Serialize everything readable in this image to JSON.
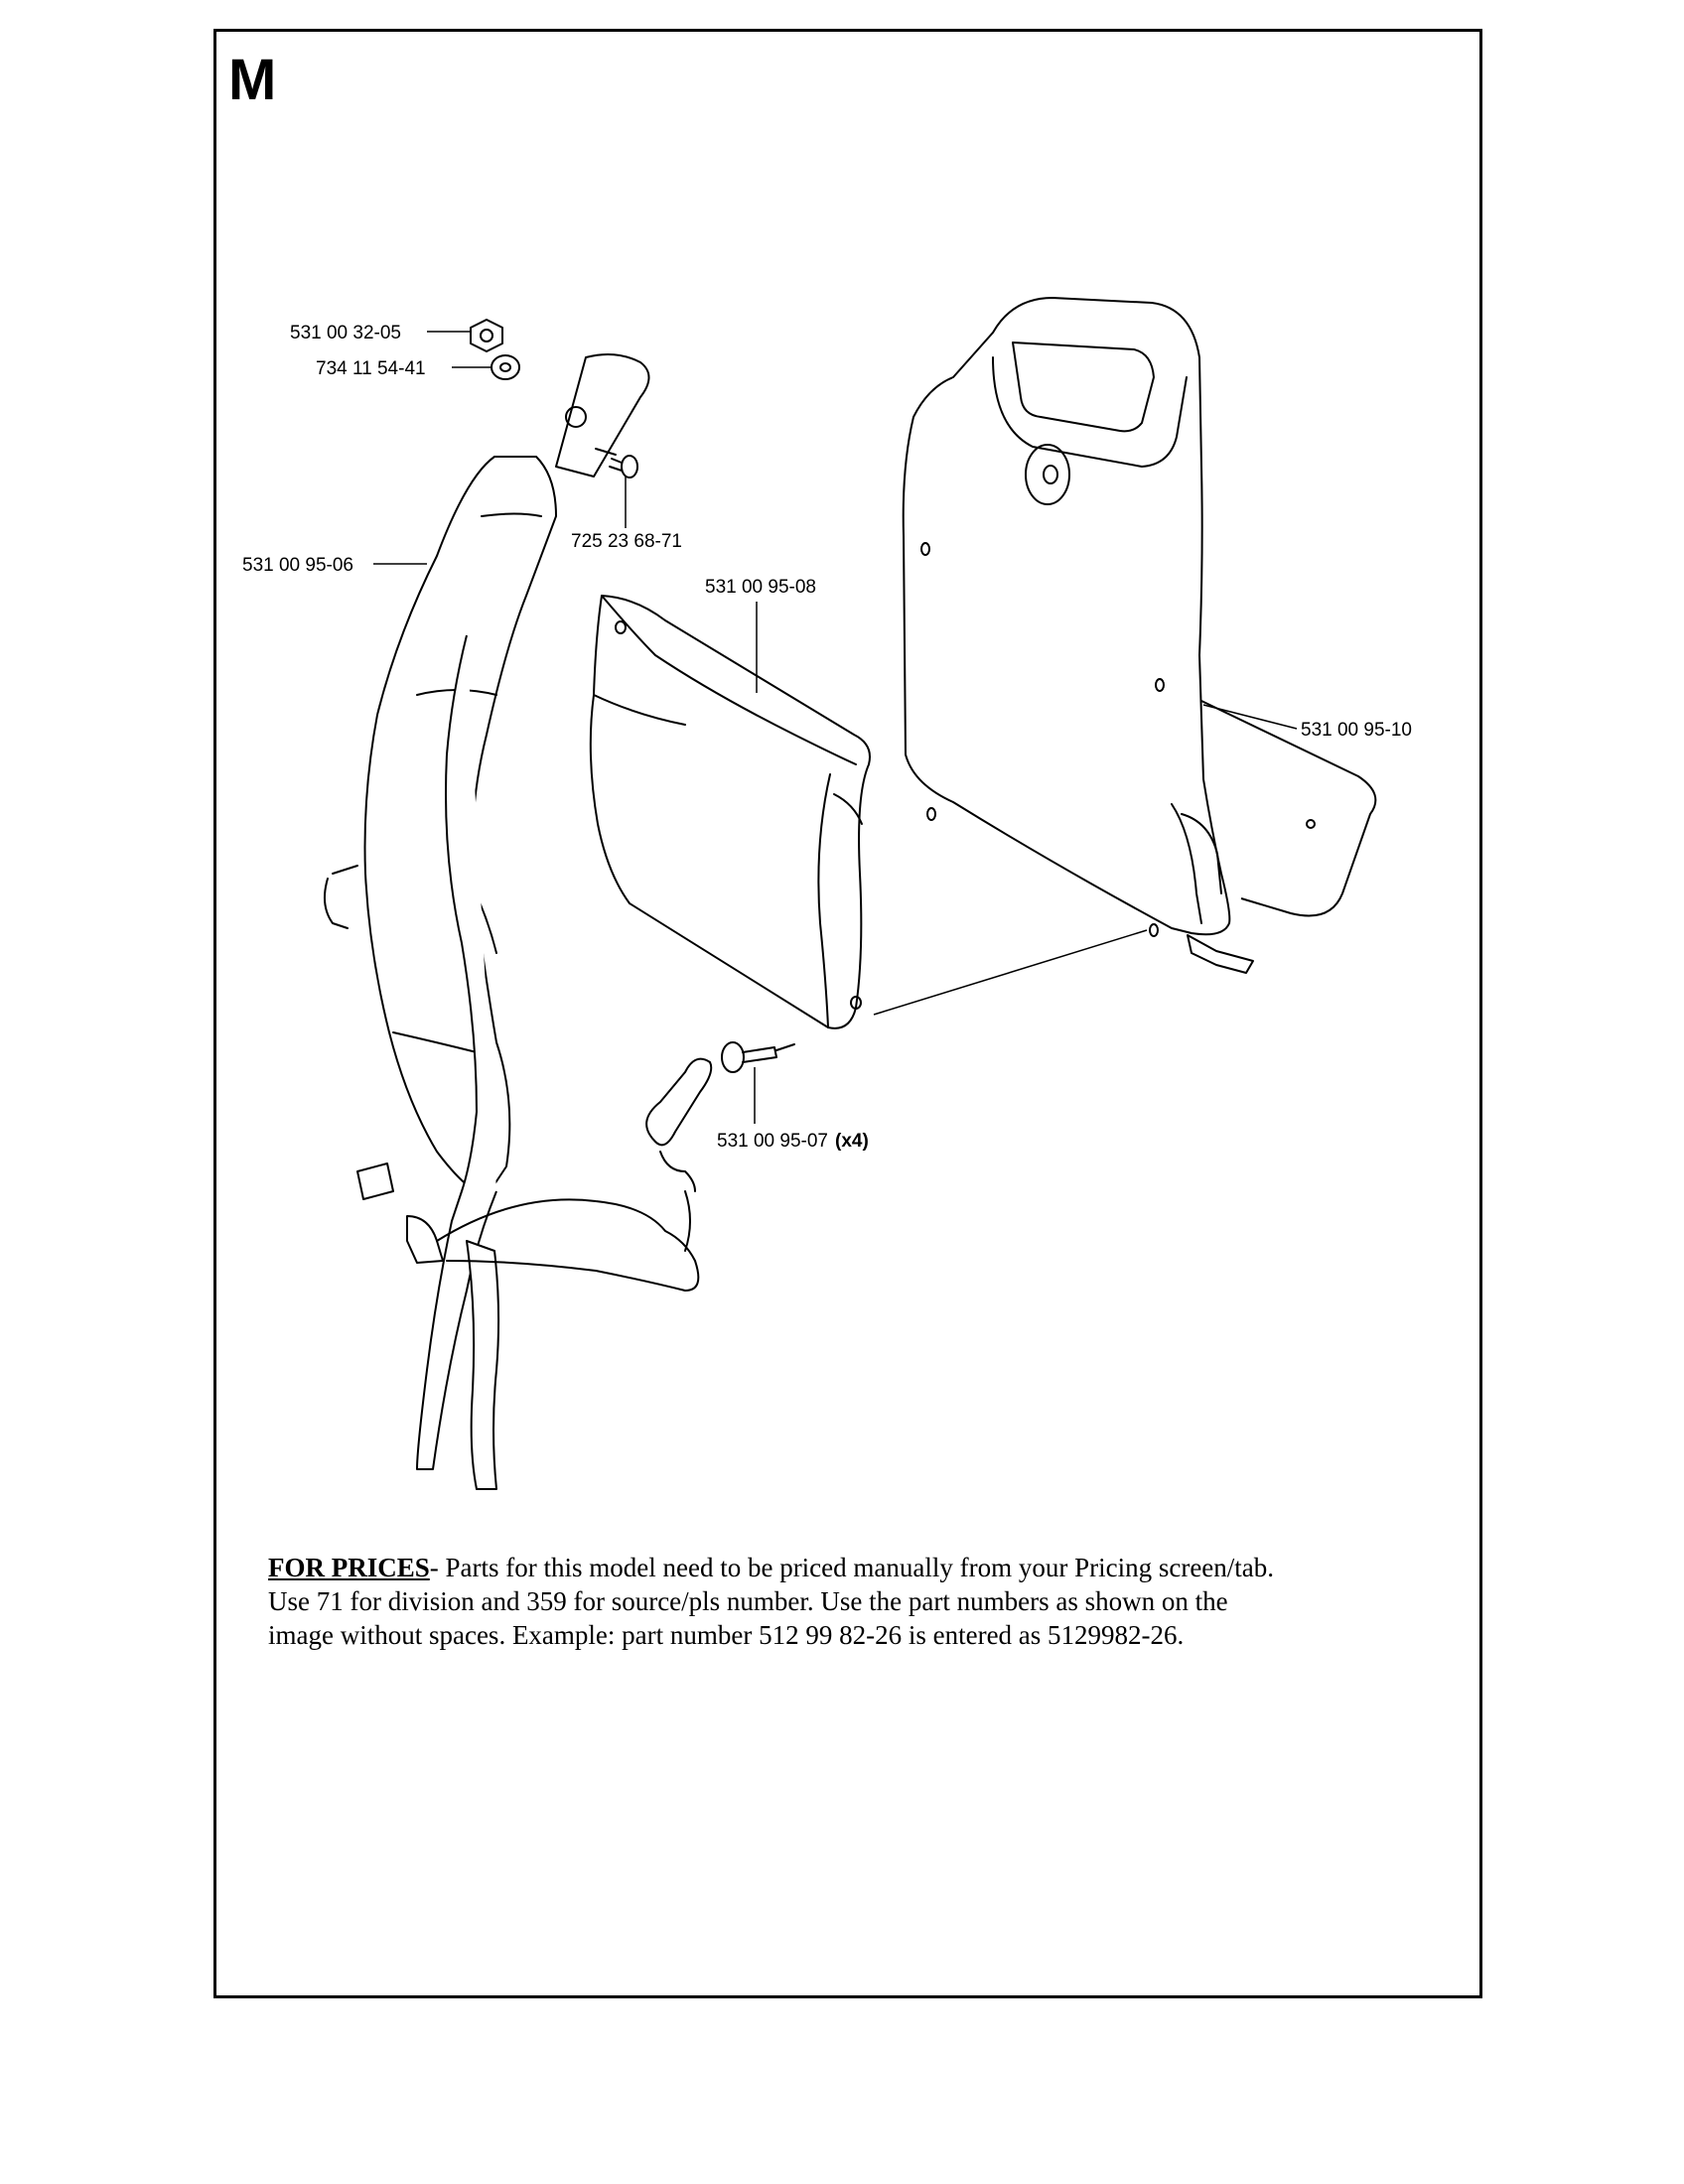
{
  "section_letter": "M",
  "parts": {
    "nut": "531 00 32-05",
    "washer": "734 11 54-41",
    "screw": "725 23 68-71",
    "harness": "531 00 95-06",
    "pad": "531 00 95-08",
    "backplate": "531 00 95-10",
    "rivet": "531 00 95-07",
    "rivet_qty": "(x4)"
  },
  "note": {
    "heading": "FOR PRICES",
    "line1": "- Parts for this model need to be priced manually from your Pricing screen/tab.",
    "line2": "Use 71 for division and 359 for source/pls number.  Use the part numbers as shown on the",
    "line3": "image without spaces.  Example: part number 512 99 82-26 is entered as 5129982-26."
  }
}
